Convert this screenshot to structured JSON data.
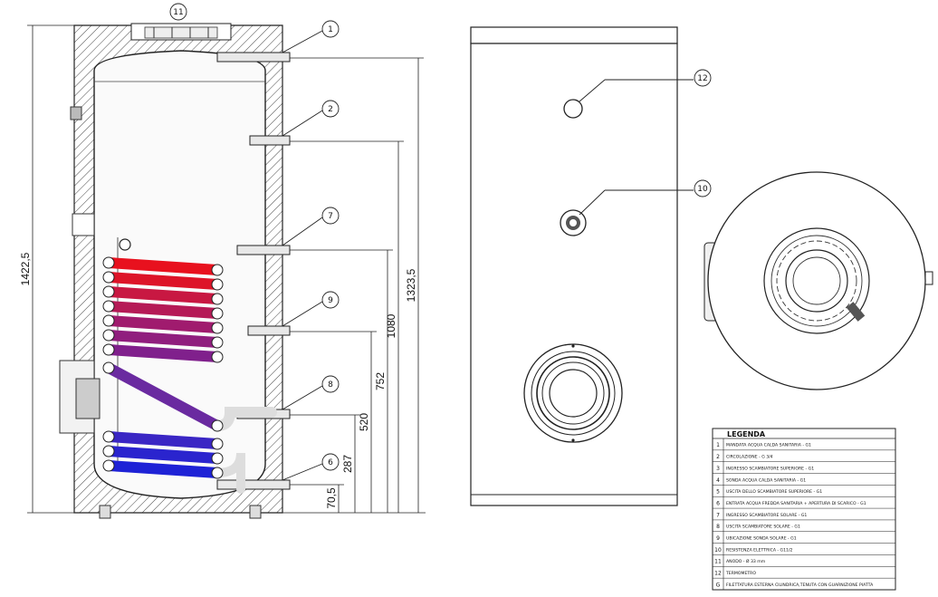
{
  "callouts": {
    "c1": "1",
    "c2": "2",
    "c6": "6",
    "c7": "7",
    "c8": "8",
    "c9": "9",
    "c10": "10",
    "c11": "11",
    "c12": "12"
  },
  "dimensions": {
    "d1422": "1422,5",
    "d1323": "1323,5",
    "d1080": "1080",
    "d752": "752",
    "d520": "520",
    "d287": "287",
    "d70": "70,5"
  },
  "legend": {
    "title": "LEGENDA",
    "rows": [
      {
        "num": "1",
        "text": "MANDATA ACQUA CALDA SANITARIA - G1"
      },
      {
        "num": "2",
        "text": "CIRCOLAZIONE - G 3/4"
      },
      {
        "num": "3",
        "text": "INGRESSO SCAMBIATORE SUPERIORE - G1"
      },
      {
        "num": "4",
        "text": "SONDA ACQUA CALDA SANITARIA - G1"
      },
      {
        "num": "5",
        "text": "USCITA DELLO SCAMBIATORE SUPERIORE - G1"
      },
      {
        "num": "6",
        "text": "ENTRATA ACQUA FREDDA SANITARIA + APERTURA DI SCARICO - G1"
      },
      {
        "num": "7",
        "text": "INGRESSO SCAMBIATORE SOLARE - G1"
      },
      {
        "num": "8",
        "text": "USCITA SCAMBIATORE SOLARE - G1"
      },
      {
        "num": "9",
        "text": "UBICAZIONE SONDA SOLARE - G1"
      },
      {
        "num": "10",
        "text": "RESISTENZA ELETTRICA - G11/2"
      },
      {
        "num": "11",
        "text": "ANODO - Ø 33 mm"
      },
      {
        "num": "12",
        "text": "TERMOMETRO"
      },
      {
        "num": "G",
        "text": "FILETTATURA ESTERNA CILINDRICA,TENUTA CON GUARNIZIONE PIATTA"
      }
    ]
  },
  "colors": {
    "coil_top": "#e8111e",
    "coil_mid": "#a01b6e",
    "coil_diag": "#6a2aa0",
    "coil_bottom": "#1e22d6"
  }
}
